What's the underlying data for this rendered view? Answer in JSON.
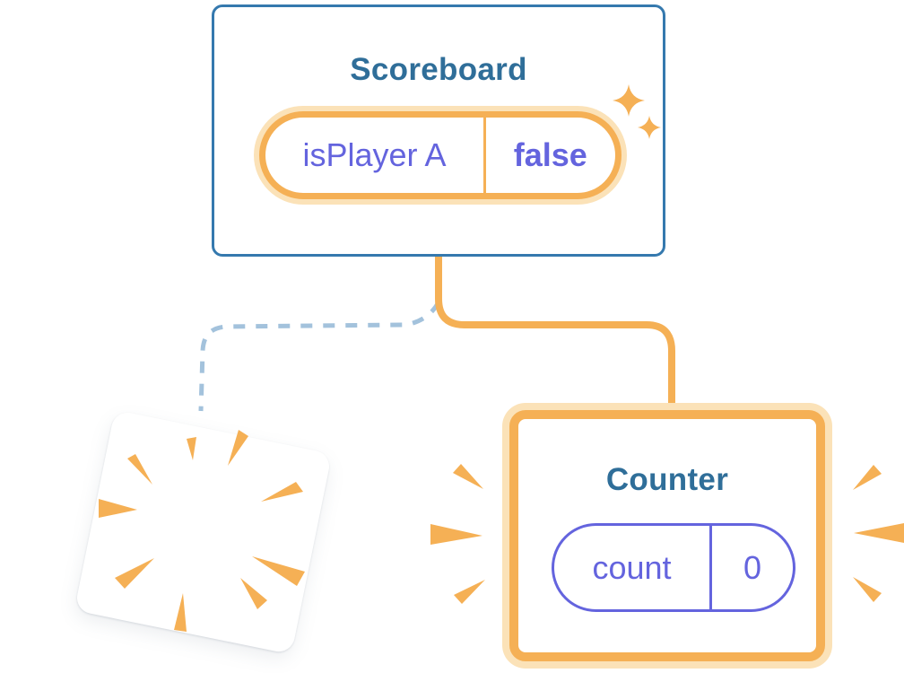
{
  "scoreboard": {
    "title": "Scoreboard",
    "state": {
      "label": "isPlayer A",
      "value": "false"
    }
  },
  "counter": {
    "title": "Counter",
    "state": {
      "label": "count",
      "value": "0"
    }
  },
  "icons": {
    "sparkle": "sparkle-icon",
    "burst": "burst-icon",
    "emphasis_left": "emphasis-lines-left",
    "emphasis_right": "emphasis-lines-right"
  },
  "colors": {
    "orange": "#F5B055",
    "orange_glow": "#FBE2B8",
    "purple": "#6464DE",
    "dashed_blue": "#A3C2DC",
    "card_border_blue": "#3579AE",
    "title_blue": "#2F6E99",
    "card_bg": "#FFFFFF"
  }
}
